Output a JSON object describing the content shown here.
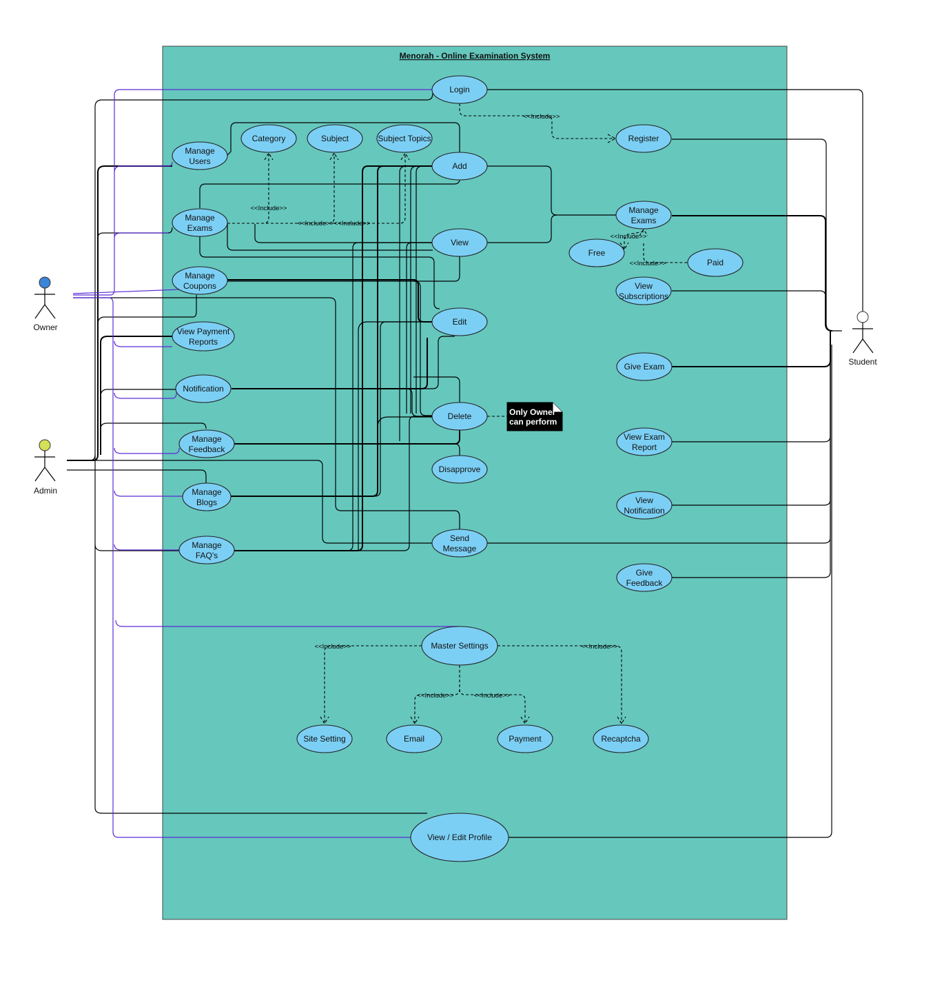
{
  "system": {
    "title": "Menorah - Online Examination System",
    "fill_color": "#66c7bd"
  },
  "actors": [
    {
      "id": "owner",
      "label": "Owner",
      "head_color": "#3b86d6"
    },
    {
      "id": "admin",
      "label": "Admin",
      "head_color": "#d4e157"
    },
    {
      "id": "student",
      "label": "Student",
      "head_color": "#ffffff"
    }
  ],
  "use_cases": {
    "login": "Login",
    "register": "Register",
    "manage_users": [
      "Manage",
      "Users"
    ],
    "category": "Category",
    "subject": "Subject",
    "subject_topics": "Subject Topics",
    "add": "Add",
    "manage_exams_left": [
      "Manage",
      "Exams"
    ],
    "view": "View",
    "manage_coupons": [
      "Manage",
      "Coupons"
    ],
    "view_payment_reports": [
      "View Payment",
      "Reports"
    ],
    "edit": "Edit",
    "notification": "Notification",
    "delete": "Delete",
    "manage_feedback": [
      "Manage",
      "Feedback"
    ],
    "disapprove": "Disapprove",
    "manage_blogs": [
      "Manage",
      "Blogs"
    ],
    "send_message": [
      "Send",
      "Message"
    ],
    "manage_faqs": [
      "Manage",
      "FAQ's"
    ],
    "manage_exams_right": [
      "Manage",
      "Exams"
    ],
    "free": "Free",
    "paid": "Paid",
    "view_subscriptions": [
      "View",
      "Subscriptions"
    ],
    "give_exam": "Give Exam",
    "view_exam_report": [
      "View Exam",
      "Report"
    ],
    "view_notification": [
      "View",
      "Notification"
    ],
    "give_feedback": [
      "Give",
      "Feedback"
    ],
    "master_settings": "Master Settings",
    "site_setting": "Site Setting",
    "email": "Email",
    "payment": "Payment",
    "recaptcha": "Recaptcha",
    "view_edit_profile": "View / Edit Profile"
  },
  "include_label": "<<Include>>",
  "note": [
    "Only Owner",
    "can perform"
  ]
}
